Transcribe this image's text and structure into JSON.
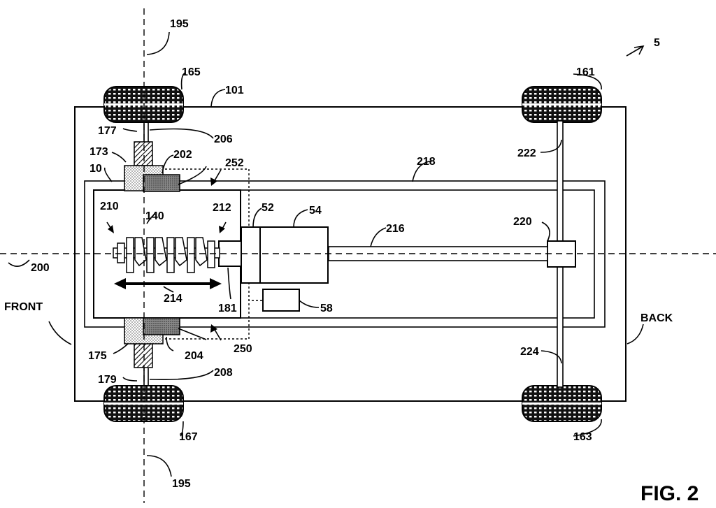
{
  "figure_label": "FIG. 2",
  "direction_labels": {
    "front": "FRONT",
    "back": "BACK"
  },
  "ref_numerals": {
    "system": "5",
    "vehicle": "101",
    "wheel_front_top": "165",
    "wheel_back_top": "161",
    "wheel_front_bottom": "167",
    "wheel_back_bottom": "163",
    "axis_vertical_top": "195",
    "axis_vertical_bottom": "195",
    "axis_longitudinal": "200",
    "engine": "10",
    "crankshaft": "140",
    "element_173": "173",
    "element_175": "175",
    "element_177": "177",
    "element_179": "179",
    "element_181": "181",
    "element_202": "202",
    "element_204": "204",
    "element_206": "206",
    "element_208": "208",
    "element_210": "210",
    "element_212": "212",
    "element_214": "214",
    "element_216": "216",
    "element_218": "218",
    "element_220": "220",
    "element_222": "222",
    "element_224": "224",
    "element_250": "250",
    "element_252": "252",
    "element_52": "52",
    "element_54": "54",
    "element_58": "58"
  }
}
